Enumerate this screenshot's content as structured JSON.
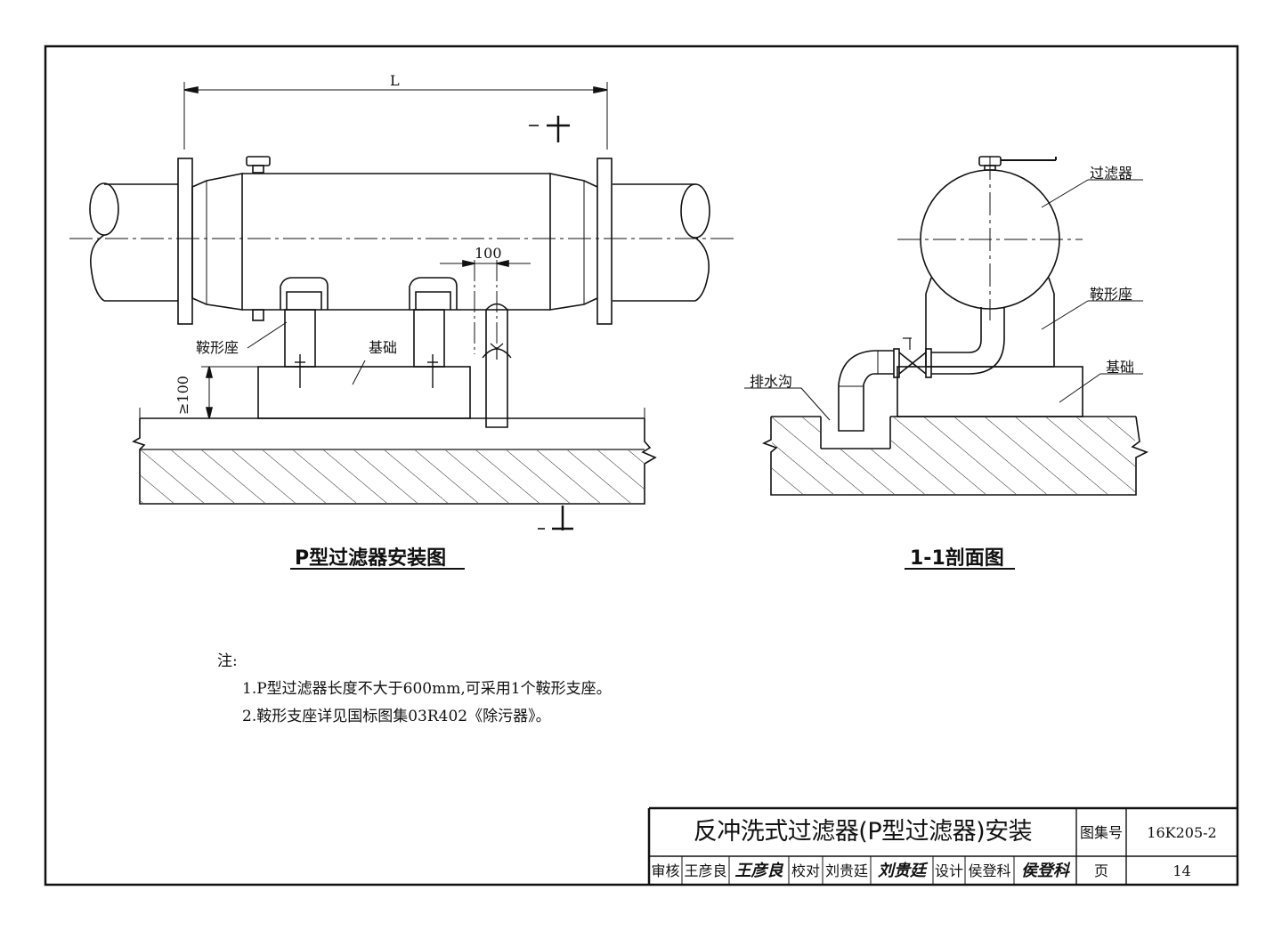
{
  "drawing": {
    "left_view": {
      "caption": "P型过滤器安装图",
      "dim_length": "L",
      "dim_offset": "100",
      "dim_height": "≥100",
      "labels": {
        "saddle": "鞍形座",
        "foundation": "基础"
      }
    },
    "right_view": {
      "caption": "1-1剖面图",
      "labels": {
        "filter": "过滤器",
        "saddle": "鞍形座",
        "foundation": "基础",
        "drain": "排水沟"
      }
    }
  },
  "notes": {
    "heading": "注:",
    "items": [
      "1.P型过滤器长度不大于600mm,可采用1个鞍形支座。",
      "2.鞍形支座详见国标图集03R402《除污器》。"
    ]
  },
  "title_block": {
    "title": "反冲洗式过滤器(P型过滤器)安装",
    "atlas_label": "图集号",
    "atlas_no": "16K205-2",
    "page_label": "页",
    "page_no": "14",
    "review_label": "审核",
    "reviewer": "王彦良",
    "reviewer_sig": "王彦良",
    "check_label": "校对",
    "checker": "刘贵廷",
    "checker_sig": "刘贵廷",
    "design_label": "设计",
    "designer": "侯登科",
    "designer_sig": "侯登科"
  }
}
